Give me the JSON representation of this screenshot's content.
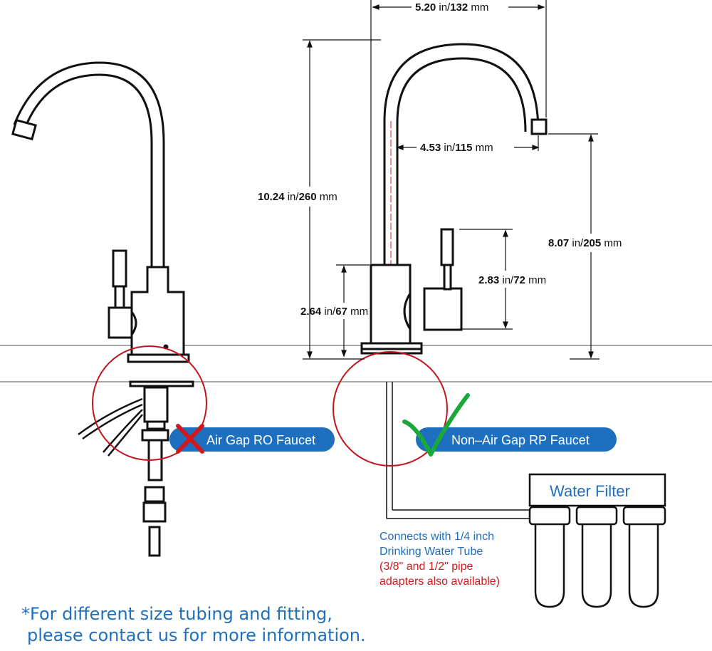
{
  "dimensions": {
    "width": {
      "value": "5.20",
      "unit1": " in/",
      "value2": "132",
      "unit2": " mm"
    },
    "reach": {
      "value": "4.53",
      "unit1": " in/",
      "value2": "115",
      "unit2": " mm"
    },
    "height": {
      "value": "10.24",
      "unit1": " in/",
      "value2": "260",
      "unit2": " mm"
    },
    "spout_height": {
      "value": "8.07",
      "unit1": " in/",
      "value2": "205",
      "unit2": " mm"
    },
    "handle_height": {
      "value": "2.83",
      "unit1": " in/",
      "value2": "72",
      "unit2": " mm"
    },
    "base_height": {
      "value": "2.64",
      "unit1": " in/",
      "value2": "67",
      "unit2": " mm"
    }
  },
  "badges": {
    "air_gap": "Air Gap RO Faucet",
    "non_air_gap": "Non–Air Gap RP Faucet"
  },
  "filter": {
    "title": "Water Filter"
  },
  "tube_note": {
    "line1": "Connects with 1/4 inch",
    "line2": "Drinking Water Tube",
    "line3": "(3/8\" and 1/2\" pipe",
    "line4": "adapters also available)"
  },
  "footnote": {
    "line1": "*For different size tubing and fitting,",
    "line2": "please contact us for more information."
  },
  "colors": {
    "badge": "#1f6fbf",
    "cross": "#d0191e",
    "check": "#1aa83a",
    "circle": "#c0151c",
    "text_blue": "#1f6fbf",
    "text_red": "#d0191e"
  }
}
